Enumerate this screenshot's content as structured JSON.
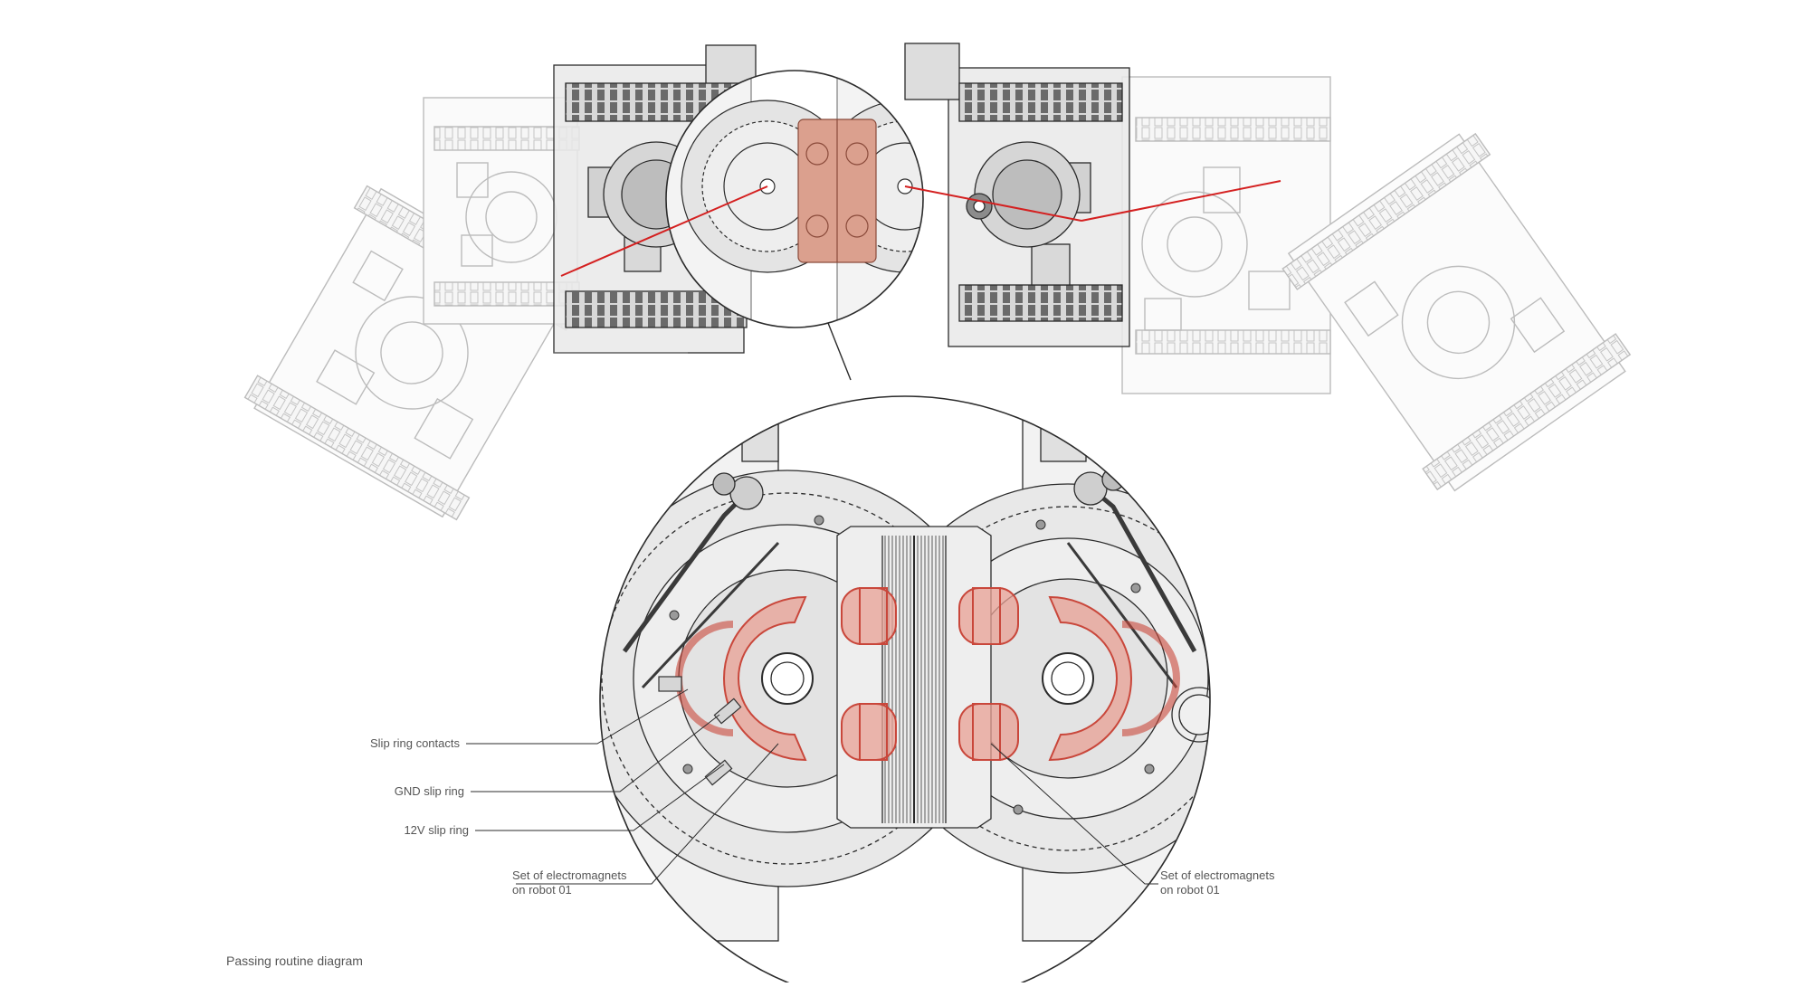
{
  "caption": "Passing routine diagram",
  "callouts": {
    "slip_ring_contacts": "Slip ring contacts",
    "gnd_slip_ring": "GND slip ring",
    "v12_slip_ring": "12V slip ring",
    "electromagnets_left_line1": "Set of electromagnets",
    "electromagnets_left_line2": "on robot 01",
    "electromagnets_right_line1": "Set of electromagnets",
    "electromagnets_right_line2": "on robot 01"
  },
  "colors": {
    "line": "#2b2b2b",
    "ghost_line": "#b8b8b8",
    "magnet": "#c9473b",
    "magnet_fill": "#e8a094",
    "laser": "#d42020",
    "panel_fill": "#e6e6e6"
  }
}
